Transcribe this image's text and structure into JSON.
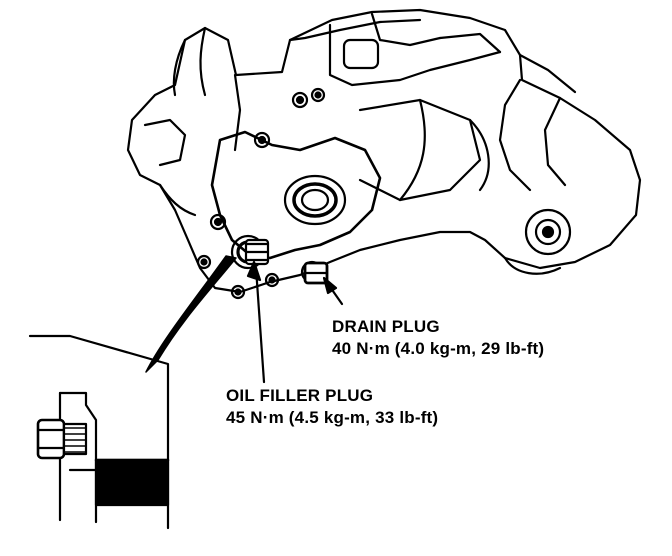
{
  "labels": {
    "drain_plug": {
      "name": "DRAIN PLUG",
      "torque": "40 N·m (4.0 kg-m, 29 lb-ft)"
    },
    "oil_filler_plug": {
      "name": "OIL FILLER PLUG",
      "torque": "45 N·m (4.5 kg-m, 33 lb-ft)"
    }
  },
  "colors": {
    "ink": "#000000",
    "paper": "#ffffff"
  }
}
